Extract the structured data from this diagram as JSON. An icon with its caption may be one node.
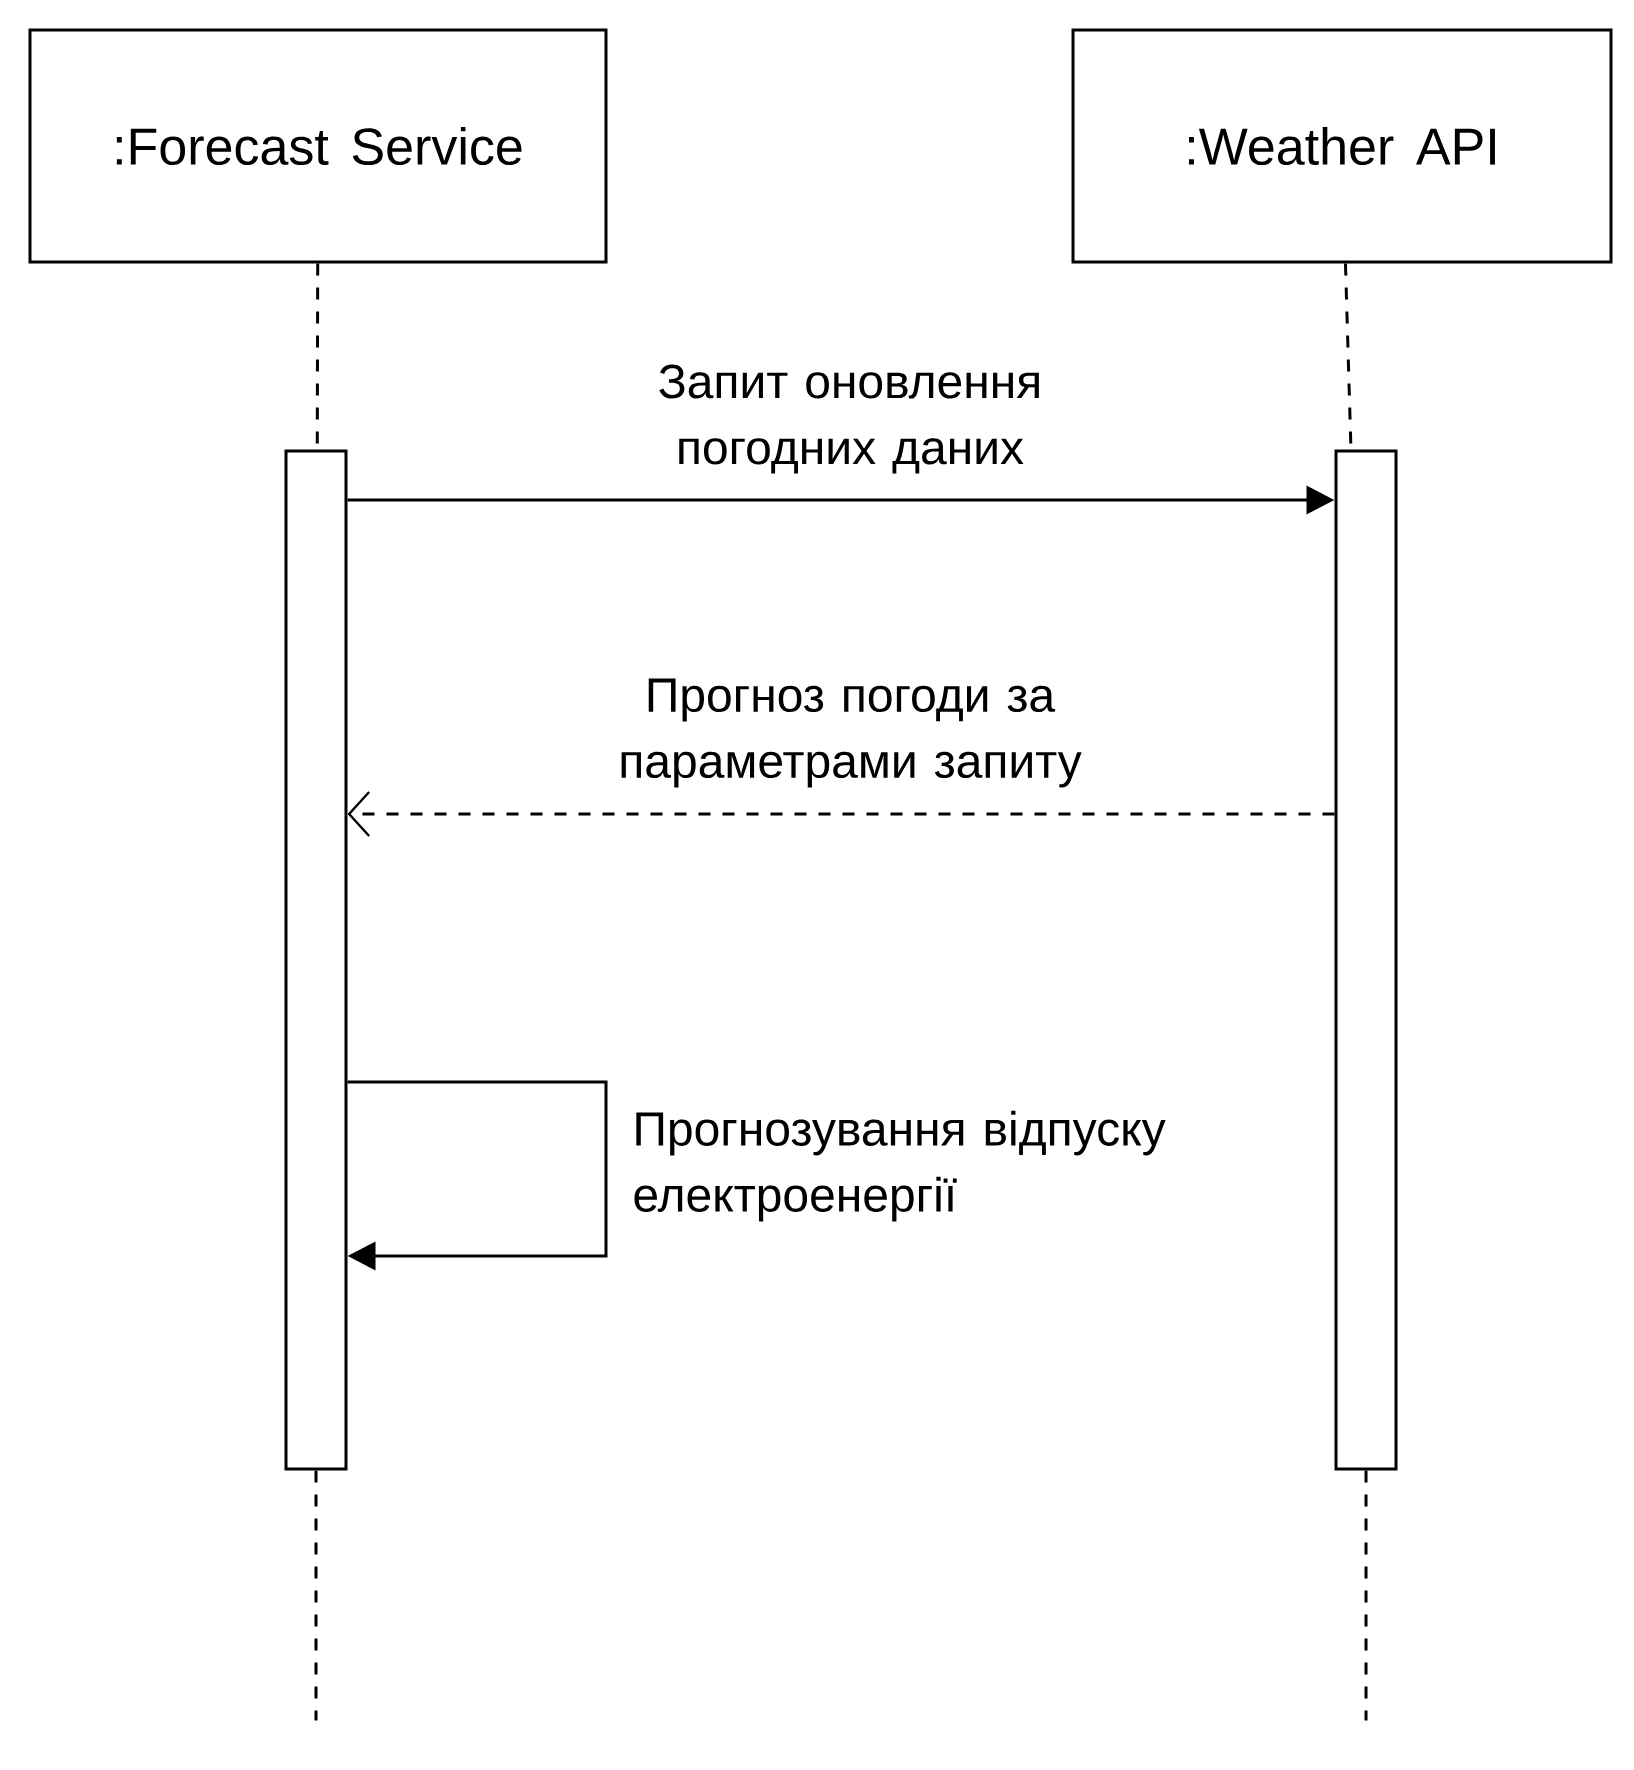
{
  "diagram": {
    "nodes": [
      {
        "text": [
          ":Forecast Service"
        ]
      },
      {
        "text": [
          ":Weather API"
        ]
      },
      {
        "text": [],
        "shape": "bar"
      },
      {
        "text": [],
        "shape": "bar"
      }
    ],
    "edges": [
      {
        "from": 0,
        "to": 2,
        "arrow": "none",
        "style": "dashed"
      },
      {
        "from": 1,
        "to": 3,
        "arrow": "none",
        "style": "dashed"
      },
      {
        "from": 2,
        "to": 3,
        "arrow": "to",
        "label": "Запит оновлення погодних даних"
      },
      {
        "from": 3,
        "to": 2,
        "arrow": "to",
        "style": "dashed",
        "label": "Прогноз погоди за параметрами запиту"
      },
      {
        "from": 2,
        "to": 2,
        "arrow": "to",
        "label": "Прогнозування відпуску електроенергії"
      },
      {
        "from": 2,
        "to": null,
        "arrow": "none",
        "style": "dashed"
      },
      {
        "from": 3,
        "to": null,
        "arrow": "none",
        "style": "dashed"
      }
    ]
  }
}
